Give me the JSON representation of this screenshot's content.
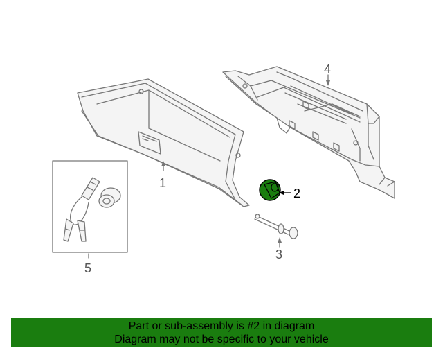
{
  "callouts": {
    "part1": "1",
    "part2": "2",
    "part3": "3",
    "part4": "4",
    "part5": "5"
  },
  "highlight_color": "#1a7d0f",
  "banner": {
    "line1": "Part or sub-assembly is #2 in diagram",
    "line2": "Diagram may not be specific to your vehicle"
  }
}
